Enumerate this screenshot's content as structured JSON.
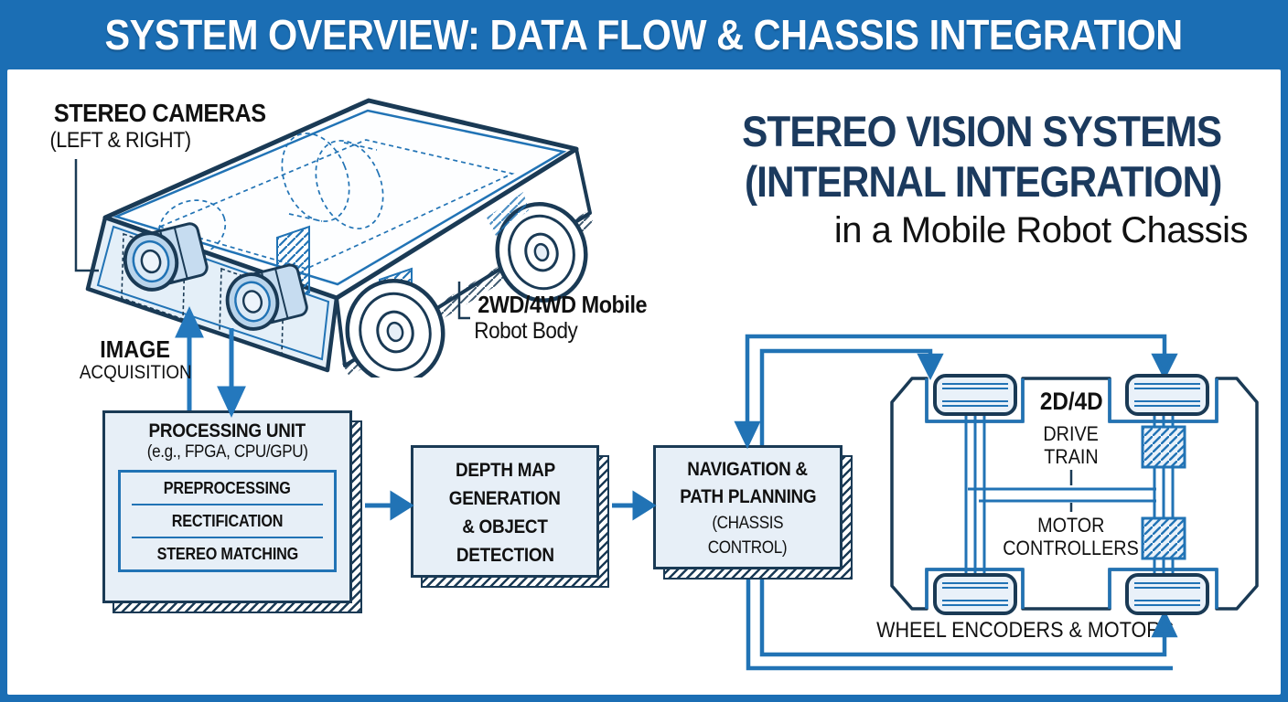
{
  "header": {
    "title": "SYSTEM OVERVIEW: DATA FLOW & CHASSIS INTEGRATION"
  },
  "main_title": {
    "line1": "STEREO VISION SYSTEMS",
    "line2": "(INTERNAL INTEGRATION)",
    "line3": "in a Mobile Robot Chassis"
  },
  "labels": {
    "stereo_cameras": {
      "line1": "STEREO CAMERAS",
      "line2": "(LEFT & RIGHT)"
    },
    "robot_body": {
      "line1": "2WD/4WD Mobile",
      "line2": "Robot Body"
    },
    "image_acquisition": {
      "line1": "IMAGE",
      "line2": "ACQUISITION"
    }
  },
  "boxes": {
    "processing_unit": {
      "title": "PROCESSING UNIT",
      "subtitle": "(e.g., FPGA, CPU/GPU)",
      "steps": [
        "PREPROCESSING",
        "RECTIFICATION",
        "STEREO MATCHING"
      ]
    },
    "depth_map": {
      "line1": "DEPTH MAP",
      "line2": "GENERATION",
      "line3": "& OBJECT",
      "line4": "DETECTION"
    },
    "navigation": {
      "line1": "NAVIGATION &",
      "line2": "PATH PLANNING",
      "line3": "(CHASSIS",
      "line4": "CONTROL)"
    }
  },
  "chassis": {
    "drive_type": "2D/4D",
    "drive_train_line1": "DRIVE",
    "drive_train_line2": "TRAIN",
    "motor_line1": "MOTOR",
    "motor_line2": "CONTROLLERS",
    "wheel_label": "WHEEL ENCODERS & MOTORS"
  },
  "colors": {
    "header_blue": "#1b6eb4",
    "navy": "#1a3a55",
    "line_blue": "#2173b5",
    "box_fill": "#e7eff7",
    "title_navy": "#1b3a5e"
  }
}
